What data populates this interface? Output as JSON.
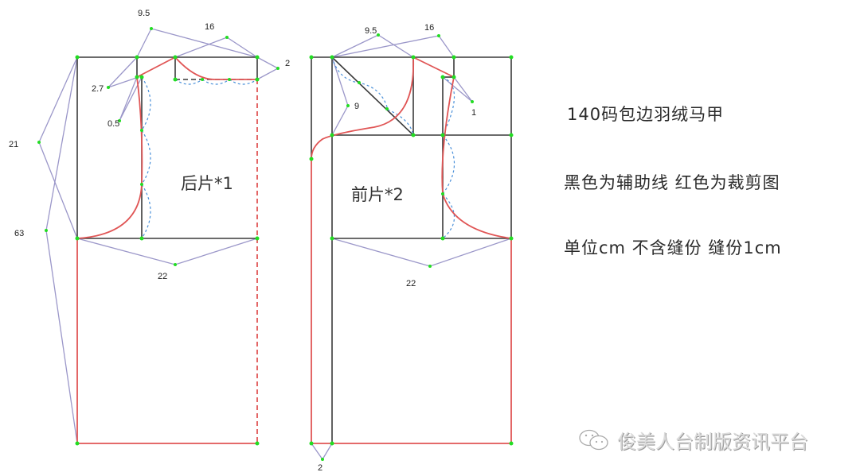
{
  "notes": {
    "title": "140码包边羽绒马甲",
    "legend": "黑色为辅助线   红色为裁剪图",
    "units": "单位cm   不含缝份   缝份1cm"
  },
  "pieces": {
    "back": {
      "label": "后片*1",
      "measurements": {
        "neck_width": "9.5",
        "shoulder_width": "16",
        "back_neck_depth": "2",
        "shoulder_drop": "2.7",
        "armhole_offset": "0.5",
        "armhole_depth": "21",
        "length": "63",
        "chest": "22"
      }
    },
    "front": {
      "label": "前片*2",
      "measurements": {
        "neck_width": "9.5",
        "shoulder_width": "16",
        "neck_depth": "9",
        "armhole_offset": "1",
        "chest": "22",
        "placket_extension": "2"
      }
    }
  },
  "colors": {
    "guide_line": "#3a3a3a",
    "cut_line": "#e05555",
    "measure_line": "#9b97c9",
    "ease_line": "#4a90d9",
    "point": "#22dd22"
  },
  "watermark": {
    "icon": "wechat-icon",
    "text": "俊美人台制版资讯平台"
  }
}
